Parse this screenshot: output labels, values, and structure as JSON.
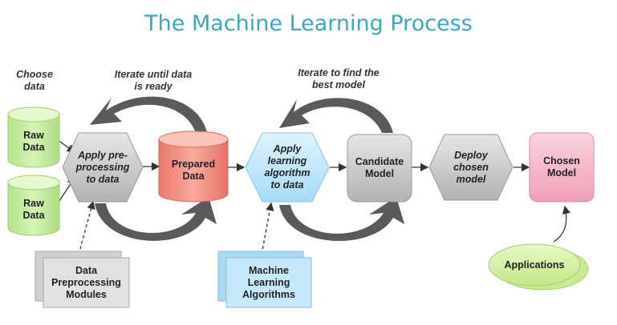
{
  "title": "The Machine Learning Process",
  "annotations": {
    "choose_data": "Choose\ndata",
    "iterate_data": "Iterate until data\nis ready",
    "iterate_model": "Iterate to find the\nbest model"
  },
  "nodes": {
    "raw_data_1": "Raw\nData",
    "raw_data_2": "Raw\nData",
    "apply_preprocessing": "Apply pre-\nprocessing\nto data",
    "prepared_data": "Prepared\nData",
    "apply_learning": "Apply\nlearning\nalgorithm\nto data",
    "candidate_model": "Candidate\nModel",
    "deploy_model": "Deploy\nchosen\nmodel",
    "chosen_model": "Chosen\nModel",
    "preprocessing_modules": "Data\nPreprocessing\nModules",
    "ml_algorithms": "Machine\nLearning\nAlgorithms",
    "applications": "Applications"
  },
  "colors": {
    "title": "#39a9c2",
    "raw_data": "#c9efa2",
    "hexagon_gray": "#cfcfcf",
    "prepared_data": "#f08c80",
    "learning_hex": "#bfe6fb",
    "candidate": "#c4c4c4",
    "chosen": "#f6b9cc",
    "applications": "#d5f2a3",
    "loop_arrow": "#555555"
  }
}
